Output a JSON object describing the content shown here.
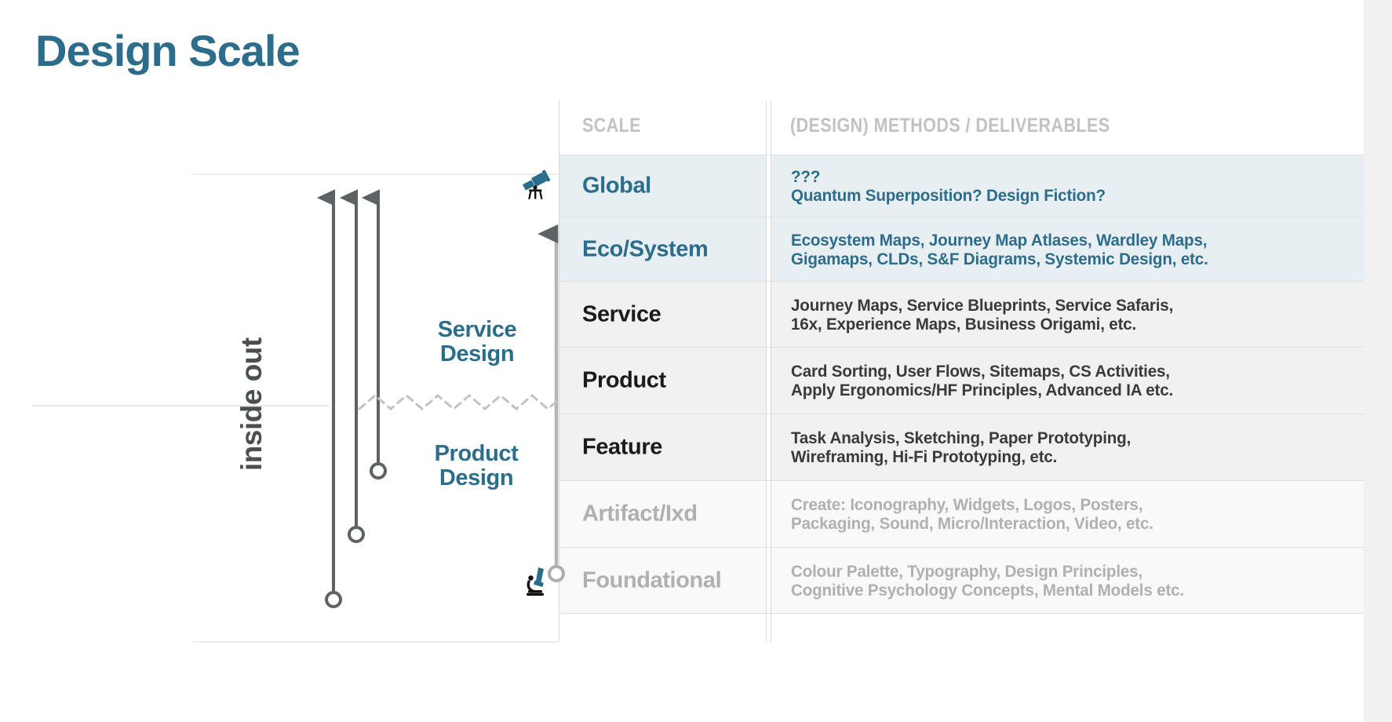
{
  "page": {
    "title": "Design Scale",
    "accent_blue": "#2c6d8c",
    "row_blue_bg": "#e7eff2",
    "row_grey_bg": "#f1f1f1",
    "row_faint_bg": "#f9f9f9",
    "grey_text": "#b0b0b0",
    "dark_text": "#3a3a3a",
    "arrow_grey": "#5d6264"
  },
  "table": {
    "columns": [
      {
        "key": "scale",
        "header": "SCALE"
      },
      {
        "key": "methods",
        "header": "(DESIGN) METHODS / DELIVERABLES"
      }
    ],
    "rows": [
      {
        "scale": "Global",
        "icon": "telescope-icon",
        "tone": "blue",
        "bg": "blue",
        "methods_line1": "???",
        "methods_line2": "Quantum Superposition? Design Fiction?"
      },
      {
        "scale": "Eco/System",
        "icon": null,
        "tone": "blue",
        "bg": "blue",
        "methods_line1": "Ecosystem Maps, Journey Map Atlases, Wardley Maps,",
        "methods_line2": "Gigamaps, CLDs, S&F Diagrams, Systemic Design, etc."
      },
      {
        "scale": "Service",
        "icon": null,
        "tone": "dark",
        "bg": "grey",
        "methods_line1": "Journey Maps, Service Blueprints, Service Safaris,",
        "methods_line2": "16x, Experience Maps, Business Origami, etc."
      },
      {
        "scale": "Product",
        "icon": null,
        "tone": "dark",
        "bg": "grey",
        "methods_line1": "Card Sorting, User Flows, Sitemaps, CS Activities,",
        "methods_line2": "Apply Ergonomics/HF Principles, Advanced IA etc."
      },
      {
        "scale": "Feature",
        "icon": null,
        "tone": "dark",
        "bg": "grey",
        "methods_line1": "Task Analysis, Sketching, Paper Prototyping,",
        "methods_line2": "Wireframing, Hi-Fi Prototyping, etc."
      },
      {
        "scale": "Artifact/Ixd",
        "icon": null,
        "tone": "grey",
        "bg": "faint",
        "methods_line1": "Create: Iconography, Widgets, Logos, Posters,",
        "methods_line2": "Packaging, Sound, Micro/Interaction, Video, etc."
      },
      {
        "scale": "Foundational",
        "icon": "microscope-icon",
        "tone": "grey",
        "bg": "faint",
        "methods_line1": "Colour Palette, Typography, Design  Principles,",
        "methods_line2": "Cognitive Psychology Concepts, Mental Models etc."
      }
    ]
  },
  "diagram": {
    "axis_label": "inside out",
    "flow_labels": [
      {
        "line1": "Service",
        "line2": "Design"
      },
      {
        "line1": "Product",
        "line2": "Design"
      }
    ]
  }
}
